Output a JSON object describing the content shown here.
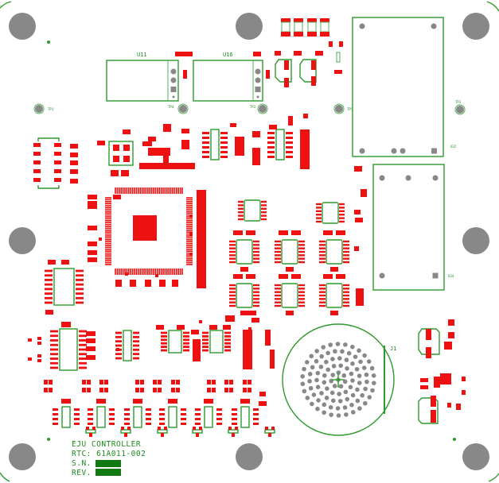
{
  "board": {
    "title_line1": "EJU CONTROLLER",
    "title_line2": "RTC: 61A011-002",
    "serial_label": "S.N.",
    "revision_label": "REV."
  },
  "colors": {
    "silkscreen": "#2e9a2e",
    "pad": "#ee1111",
    "hole": "#888888",
    "plate": "#137a13"
  },
  "designators": {
    "u11": "U11",
    "u16": "U16",
    "u32": "U32",
    "u34": "U34",
    "j1": "J1",
    "tp1": "TP1",
    "tp2": "TP2",
    "tp3": "TP3",
    "tp4": "TP4",
    "tp5": "TP5"
  }
}
